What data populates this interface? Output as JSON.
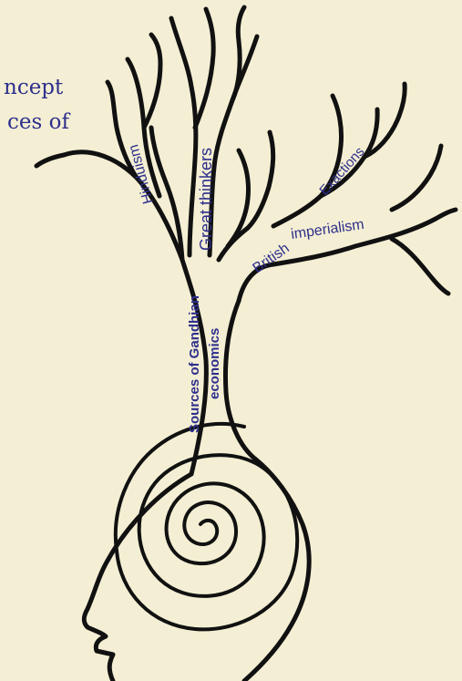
{
  "caption": {
    "line1": "ncept",
    "line2": "ces of"
  },
  "labels": {
    "great_thinkers": "Great thinkers",
    "hinduism": "Hinduism",
    "british": "British",
    "imperialism": "imperialism",
    "exactions": "Exactions",
    "sources_line1": "Sources of Gandhian",
    "sources_line2": "economics"
  },
  "colors": {
    "background": "#f4efd4",
    "text": "#2e2f8c",
    "stroke": "#111111"
  }
}
